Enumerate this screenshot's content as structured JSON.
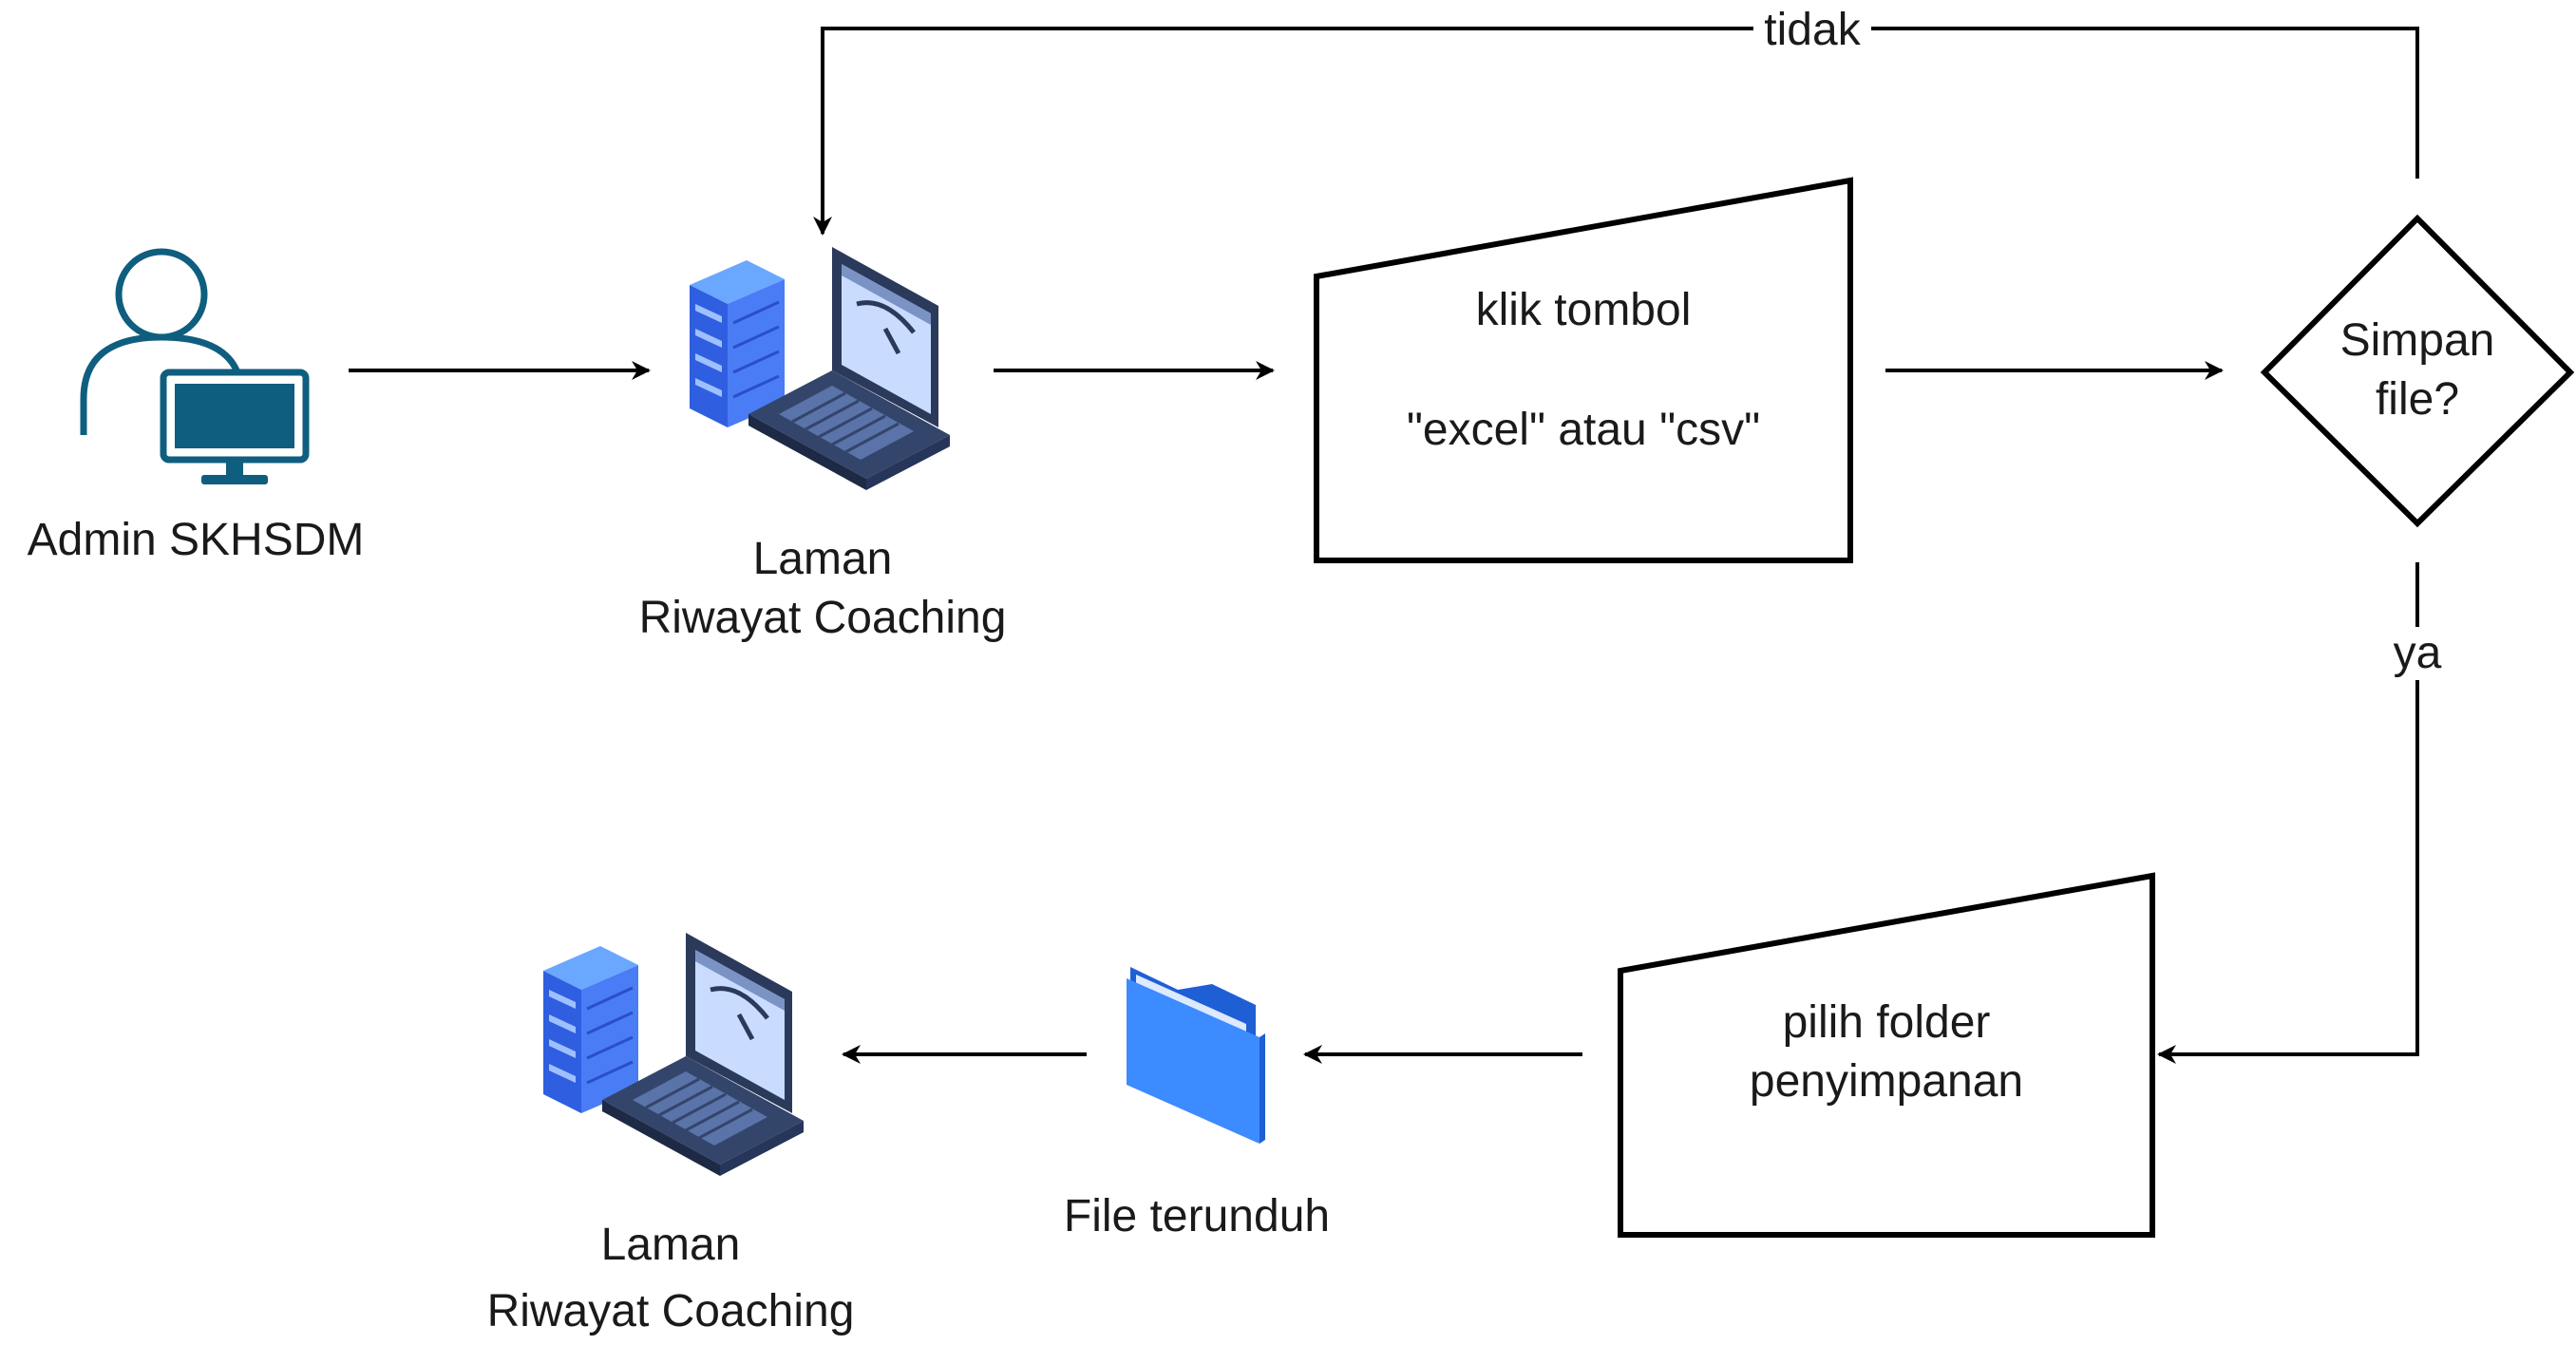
{
  "nodes": {
    "admin": {
      "label": "Admin SKHSDM"
    },
    "laman_top": {
      "line1": "Laman",
      "line2": "Riwayat Coaching"
    },
    "klik": {
      "line1": "klik tombol",
      "line2": "\"excel\" atau \"csv\""
    },
    "decision": {
      "line1": "Simpan",
      "line2": "file?"
    },
    "pilih": {
      "line1": "pilih folder",
      "line2": "penyimpanan"
    },
    "file": {
      "label": "File terunduh"
    },
    "laman_bottom": {
      "line1": "Laman",
      "line2": "Riwayat Coaching"
    }
  },
  "edges": {
    "tidak": "tidak",
    "ya": "ya"
  },
  "icons": {
    "admin": "user-with-monitor-icon",
    "laman_top": "server-laptop-dashboard-icon",
    "file": "folder-icon",
    "laman_bottom": "server-laptop-dashboard-icon"
  },
  "colors": {
    "stroke": "#000000",
    "user_icon": "#0f5e7f",
    "server_blue": "#3d6ff0",
    "folder_blue": "#3c8bff"
  }
}
